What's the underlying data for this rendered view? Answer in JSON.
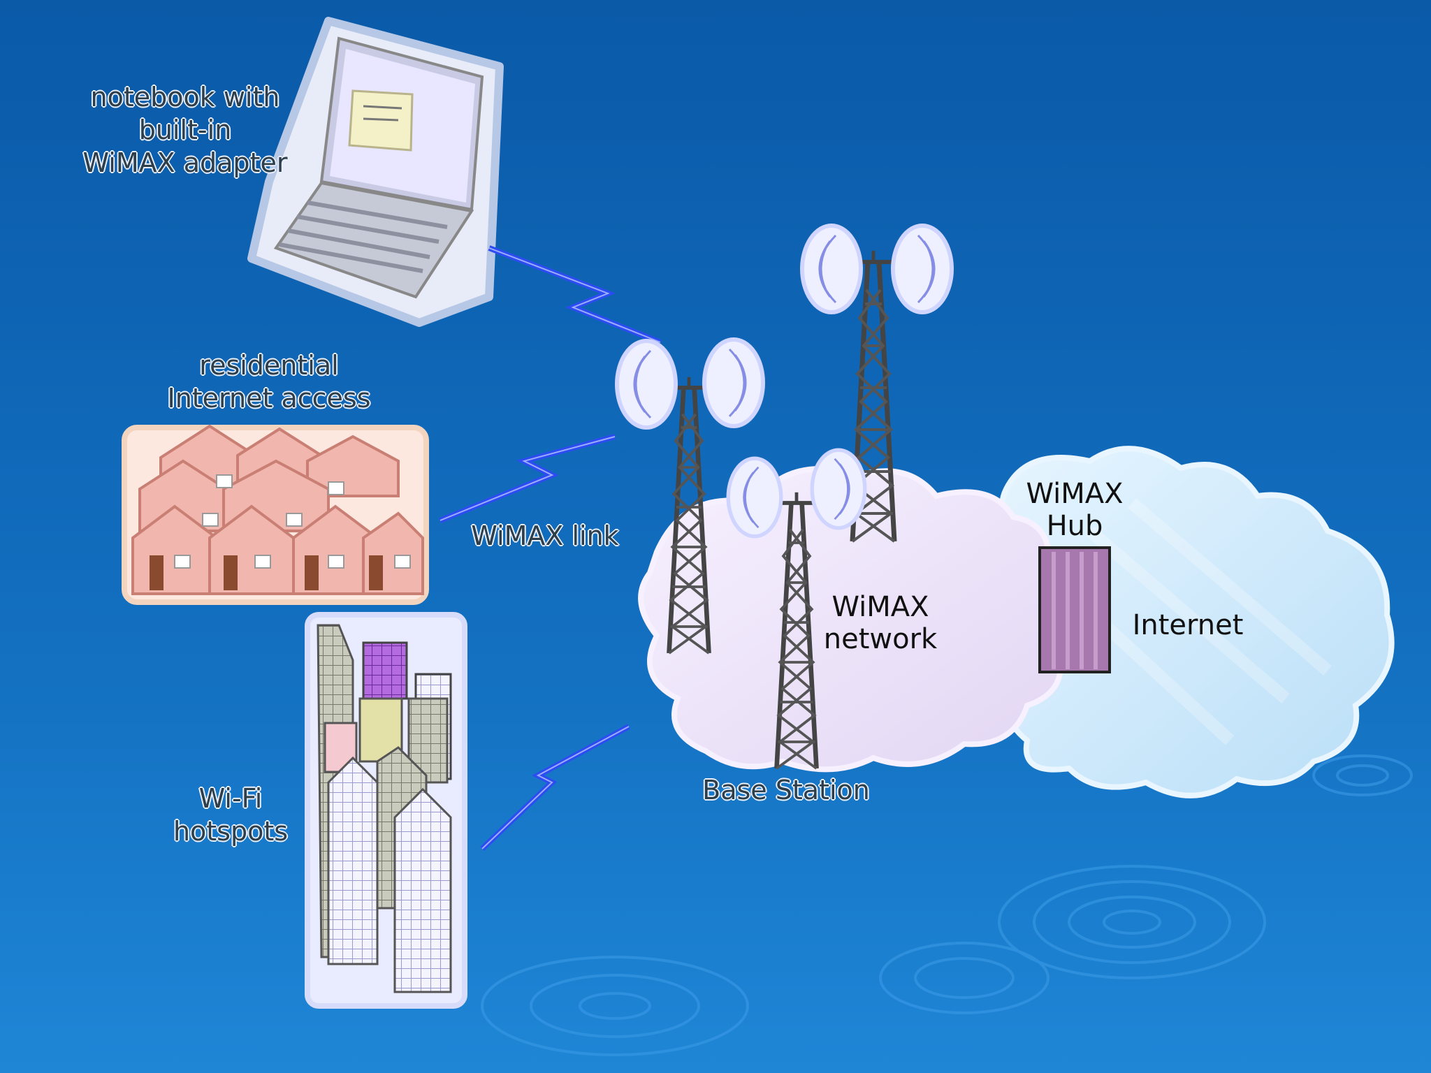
{
  "labels": {
    "notebook": [
      "notebook with",
      "built-in",
      "WiMAX adapter"
    ],
    "residential": [
      "residential",
      "Internet access"
    ],
    "wimax_link": "WiMAX link",
    "wifi": [
      "Wi-Fi",
      "hotspots"
    ],
    "base_station": "Base Station",
    "wimax_network": [
      "WiMAX",
      "network"
    ],
    "wimax_hub": [
      "WiMAX",
      "Hub"
    ],
    "internet": "Internet"
  },
  "colors": {
    "background_top": "#0a5aa8",
    "background_bottom": "#1f86d6",
    "label_text": "#2f3f4a",
    "link_bolt": "#1a3ee0",
    "wimax_cloud": "#efe6fb",
    "internet_cloud": "#cfe9fb",
    "hub_box": "#a778ad",
    "tower": "#4a4a4a"
  },
  "icons": [
    "laptop-icon",
    "houses-icon",
    "buildings-icon",
    "tower-icon",
    "cloud-icon",
    "hub-icon",
    "lightning-link-icon"
  ]
}
